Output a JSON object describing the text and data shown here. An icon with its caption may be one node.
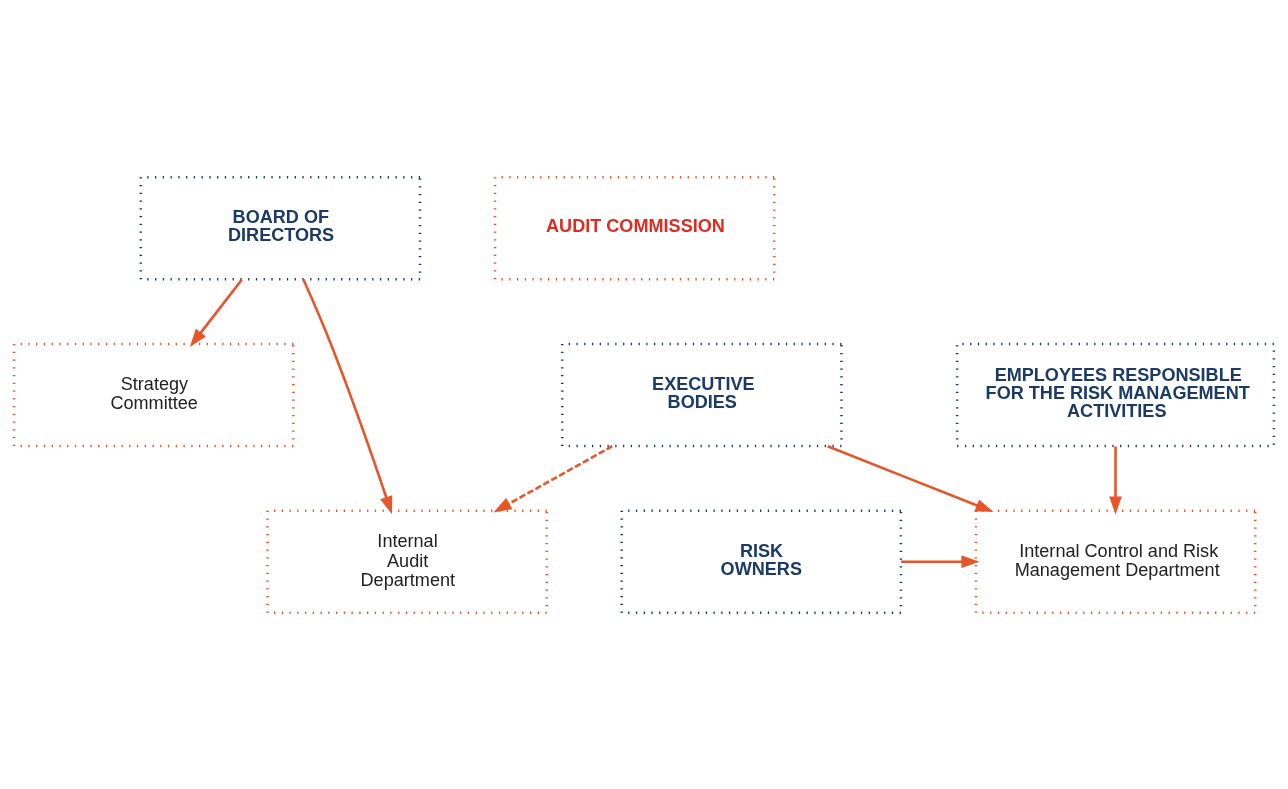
{
  "diagram": {
    "nodes": [
      {
        "text": [
          "BOARD OF DIRECTORS"
        ]
      },
      {
        "text": [
          "AUDIT COMMISSION"
        ]
      },
      {
        "text": [
          "Strategy Committee"
        ]
      },
      {
        "text": [
          "EXECUTIVE BODIES"
        ]
      },
      {
        "text": [
          "Internal Audit Department"
        ]
      },
      {
        "text": [
          "RISK OWNERS"
        ]
      },
      {
        "text": [
          "Internal Control and Risk Management Department"
        ]
      },
      {
        "text": [
          "EMPLOYEES RESPONSIBLE FOR THE RISK MANAGEMENT ACTIVITIES"
        ]
      }
    ],
    "edges": [
      {
        "from": 0,
        "to": 4,
        "arrow": "to"
      },
      {
        "from": 0,
        "to": 2,
        "arrow": "to"
      },
      {
        "from": 3,
        "to": 4,
        "arrow": "to",
        "style": "dashed"
      },
      {
        "from": 3,
        "to": 6,
        "arrow": "to"
      },
      {
        "from": 5,
        "to": 6,
        "arrow": "to"
      },
      {
        "from": 7,
        "to": 6,
        "arrow": "to"
      }
    ]
  }
}
